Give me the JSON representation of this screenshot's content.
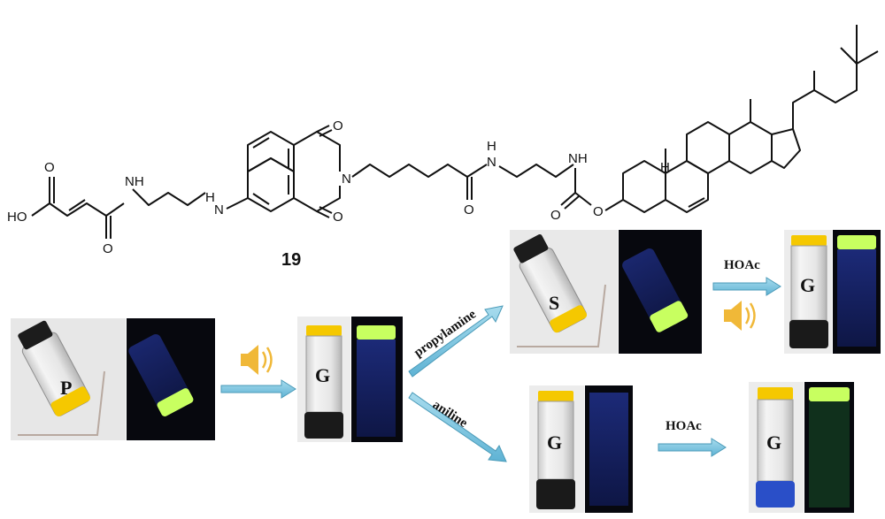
{
  "compound_number": "19",
  "structure_labels": {
    "ho": "HO",
    "o": "O",
    "nh": "NH",
    "n": "N",
    "h": "H"
  },
  "photos": [
    {
      "id": "P",
      "label": "P",
      "state": "precipitate"
    },
    {
      "id": "G1",
      "label": "G",
      "state": "gel"
    },
    {
      "id": "S",
      "label": "S",
      "state": "solution"
    },
    {
      "id": "G2",
      "label": "G",
      "state": "gel"
    },
    {
      "id": "G3",
      "label": "G",
      "state": "gel"
    },
    {
      "id": "G4",
      "label": "G",
      "state": "gel"
    }
  ],
  "arrows": {
    "ultrasound_1": "",
    "propylamine": "propylamine",
    "aniline": "aniline",
    "hoac_top": "HOAc",
    "hoac_bottom": "HOAc"
  },
  "colors": {
    "arrow": "#6ec0d8",
    "arrow_outline": "#4a9ab8",
    "speaker": "#f0b838",
    "gel_yellow": "#f5c800",
    "uv_green": "#c8ff60",
    "uv_blue": "#1a2a7a",
    "dark_bg": "#06070d"
  }
}
